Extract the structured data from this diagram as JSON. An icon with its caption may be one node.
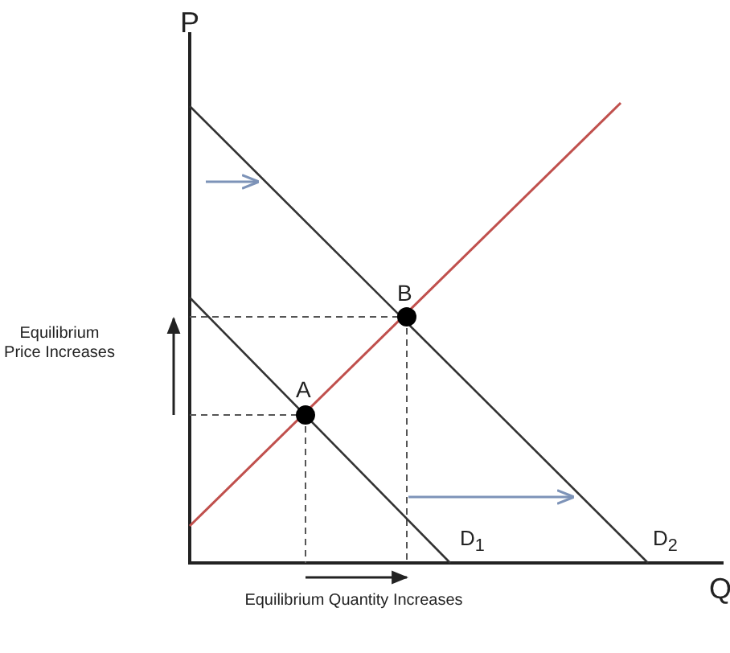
{
  "diagram": {
    "labels": [
      "P",
      "B",
      "Equilibrium Price Increases",
      "A",
      "D$_{1}$",
      "D$_{2}$",
      "Q",
      "Equilibrium Quantity Increases"
    ]
  }
}
